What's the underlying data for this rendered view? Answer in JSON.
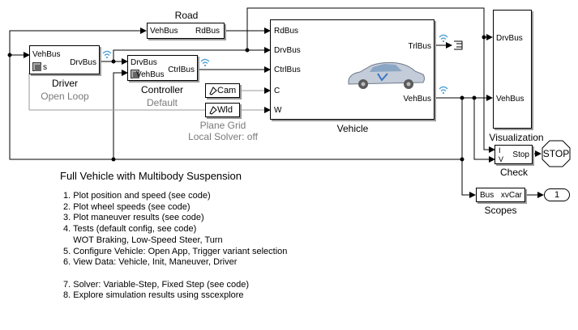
{
  "blocks": {
    "road": {
      "title": "Road",
      "in": "VehBus",
      "out": "RdBus"
    },
    "driver": {
      "in": "VehBus",
      "in2": "s",
      "out": "DrvBus",
      "title": "Driver",
      "subtitle": "Open Loop"
    },
    "controller": {
      "in": "DrvBus",
      "in2": "VehBus",
      "out": "CtrlBus",
      "title": "Controller",
      "subtitle": "Default"
    },
    "vehicle": {
      "inputs": [
        "RdBus",
        "DrvBus",
        "CtrlBus",
        "C",
        "W"
      ],
      "out1": "TrlBus",
      "out2": "VehBus",
      "title": "Vehicle"
    },
    "camera": {
      "label": "Cam"
    },
    "world": {
      "label": "Wld",
      "subtitle1": "Plane Grid",
      "subtitle2": "Local Solver: off"
    },
    "visualization": {
      "in1": "DrvBus",
      "in2": "VehBus",
      "title": "Visualization"
    },
    "check": {
      "in1": "I",
      "in2": "V",
      "out": "Stop",
      "title": "Check"
    },
    "stop": {
      "label": "STOP"
    },
    "scopes": {
      "in": "Bus",
      "out": "xvCar",
      "title": "Scopes"
    },
    "outport": {
      "label": "1"
    }
  },
  "notes": {
    "title": "Full Vehicle with Multibody Suspension",
    "lines": [
      "1. Plot position and speed  (see code)",
      "2. Plot wheel speeds  (see code)",
      "3. Plot maneuver results  (see code)",
      "4. Tests (default config, see code)",
      "    WOT Braking, Low-Speed Steer, Turn",
      "5. Configure Vehicle: Open App, Trigger variant selection",
      "6. View Data: Vehicle, Init, Maneuver, Driver",
      "",
      "7. Solver: Variable-Step, Fixed Step (see code)",
      "8. Explore simulation results using sscexplore"
    ]
  },
  "colors": {
    "wireless_icon": "#4a9fd6",
    "subtitle_gray": "#7a7a7a",
    "wire": "#000000"
  },
  "icons": [
    "wireless-signal-icon",
    "car-image-icon",
    "camera-icon",
    "world-icon",
    "subsystem-icon",
    "terminator-icon"
  ]
}
